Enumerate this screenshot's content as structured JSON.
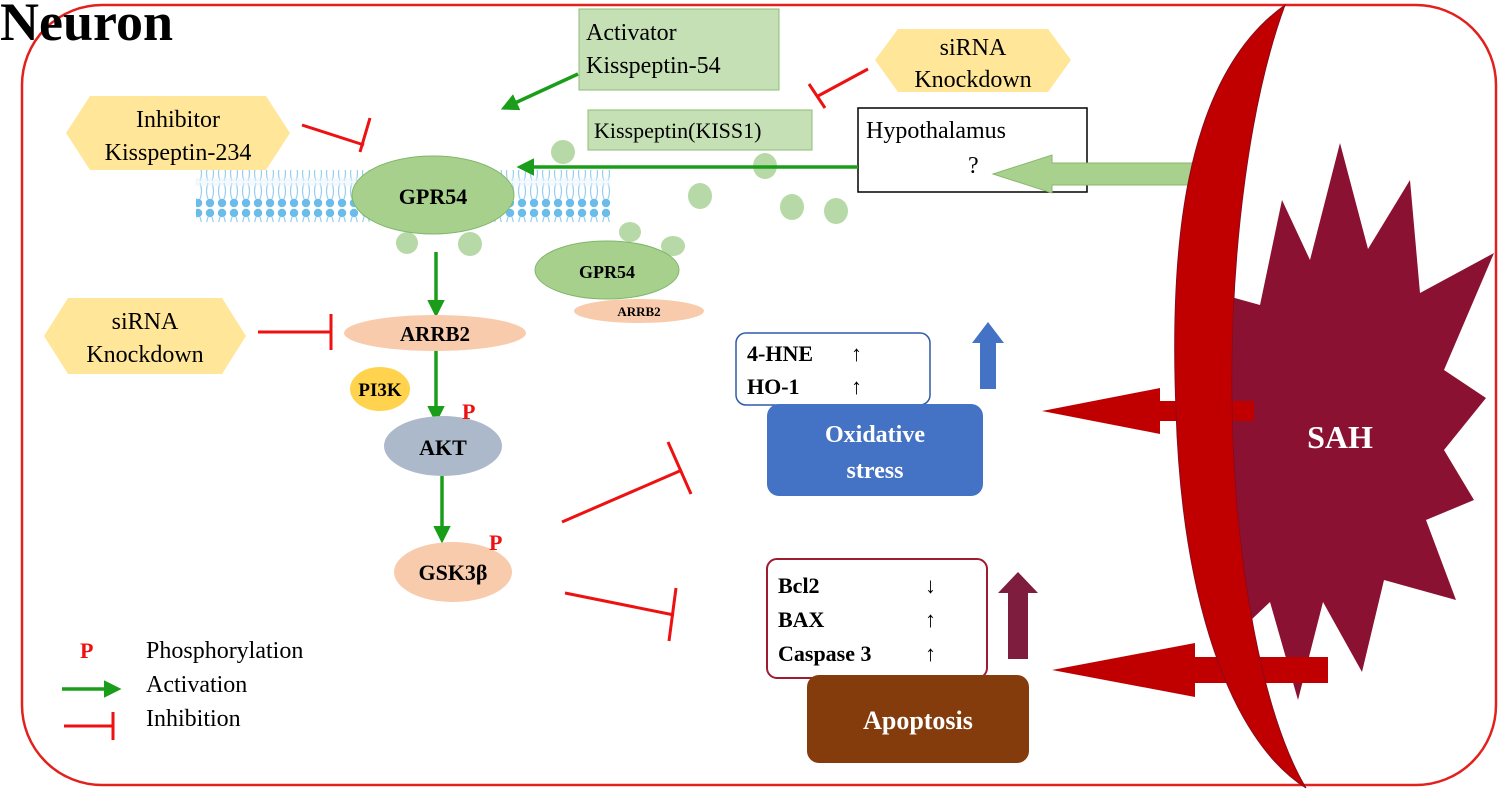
{
  "title": "Neuron",
  "activator": {
    "line1": "Activator",
    "line2": "Kisspeptin-54"
  },
  "inhibitor": {
    "line1": "Inhibitor",
    "line2": "Kisspeptin-234"
  },
  "sirna_top": {
    "line1": "siRNA",
    "line2": "Knockdown"
  },
  "sirna_left": {
    "line1": "siRNA",
    "line2": "Knockdown"
  },
  "kisspeptin_label": "Kisspeptin(KISS1)",
  "hypothalamus": {
    "line1": "Hypothalamus",
    "line2": "?"
  },
  "nodes": {
    "gpr54_membrane": "GPR54",
    "gpr54_internal": "GPR54",
    "arrb2_internal": "ARRB2",
    "arrb2": "ARRB2",
    "pi3k": "PI3K",
    "akt": "AKT",
    "gsk3b": "GSK3β",
    "phospho_mark": "P"
  },
  "oxidative": {
    "box_label_1": "Oxidative",
    "box_label_2": "stress",
    "markers": [
      {
        "name": "4-HNE",
        "arrow": "↑"
      },
      {
        "name": "HO-1",
        "arrow": "↑"
      }
    ]
  },
  "apoptosis": {
    "box_label": "Apoptosis",
    "markers": [
      {
        "name": "Bcl2",
        "arrow": "↓"
      },
      {
        "name": "BAX",
        "arrow": "↑"
      },
      {
        "name": "Caspase 3",
        "arrow": "↑"
      }
    ]
  },
  "sah_label": "SAH",
  "legend": {
    "phospho_symbol": "P",
    "phosphorylation": "Phosphorylation",
    "activation": "Activation",
    "inhibition": "Inhibition"
  },
  "colors": {
    "membrane_border": "#e3211c",
    "activation_green": "#1a9e1a",
    "inhibition_red": "#ee1111",
    "gpr54_fill": "#a8d08d",
    "arrb2_fill": "#f8cbad",
    "pi3k_fill": "#ffd34d",
    "akt_fill": "#acb9ca",
    "hex_fill": "#ffe699",
    "green_box_fill": "#c5e0b4",
    "oxidative_fill": "#4472c4",
    "apoptosis_fill": "#843c0c",
    "sah_fill": "#8b1133",
    "sah_arrow": "#c00000",
    "blue_up_arrow": "#4472c4",
    "maroon_up_arrow": "#7f1d3f"
  }
}
